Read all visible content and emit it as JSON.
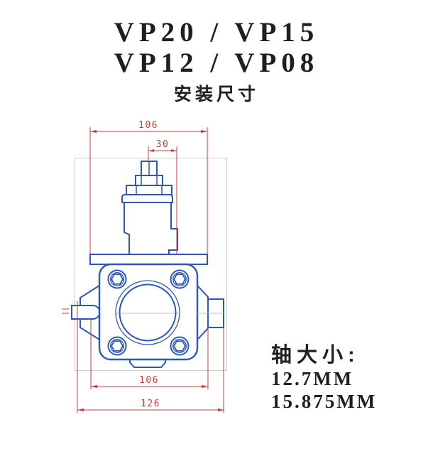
{
  "title": {
    "line1": "VP20 / VP15",
    "line2": "VP12 / VP08",
    "subtitle": "安装尺寸"
  },
  "dims": {
    "top_width": "106",
    "knob_width": "30",
    "bottom_width": "106",
    "overall_width": "126"
  },
  "shaft": {
    "label": "轴大小:",
    "size1": "12.7MM",
    "size2": "15.875MM"
  },
  "colors": {
    "line_blue": "#2b57c4",
    "centerline_blue": "#b0c0e4",
    "dimension_red": "#d63838",
    "frame_gray": "#cccccc",
    "text_black": "#1f1f1f"
  }
}
